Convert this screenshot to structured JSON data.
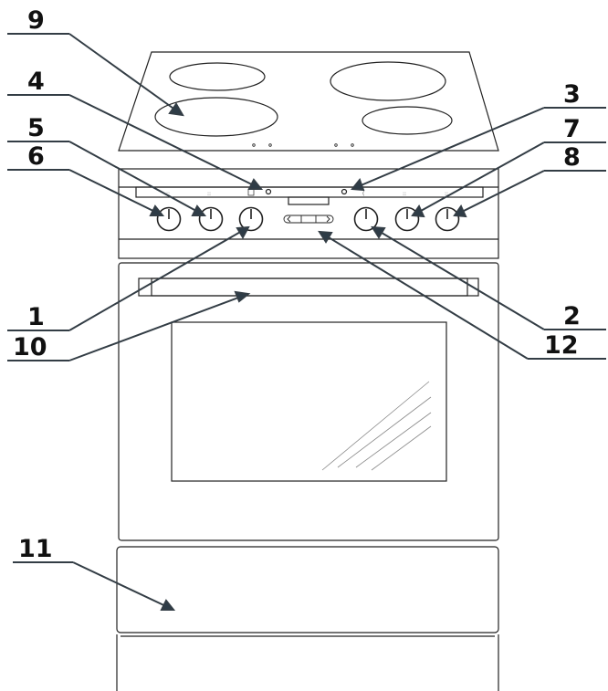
{
  "callouts": [
    {
      "label": "9"
    },
    {
      "label": "4"
    },
    {
      "label": "5"
    },
    {
      "label": "6"
    },
    {
      "label": "3"
    },
    {
      "label": "7"
    },
    {
      "label": "8"
    },
    {
      "label": "1"
    },
    {
      "label": "10"
    },
    {
      "label": "2"
    },
    {
      "label": "12"
    },
    {
      "label": "11"
    }
  ],
  "colors": {
    "line": "#222222",
    "leader": "#333d45",
    "arrow": "#2e3c47",
    "glass": "#888888"
  }
}
